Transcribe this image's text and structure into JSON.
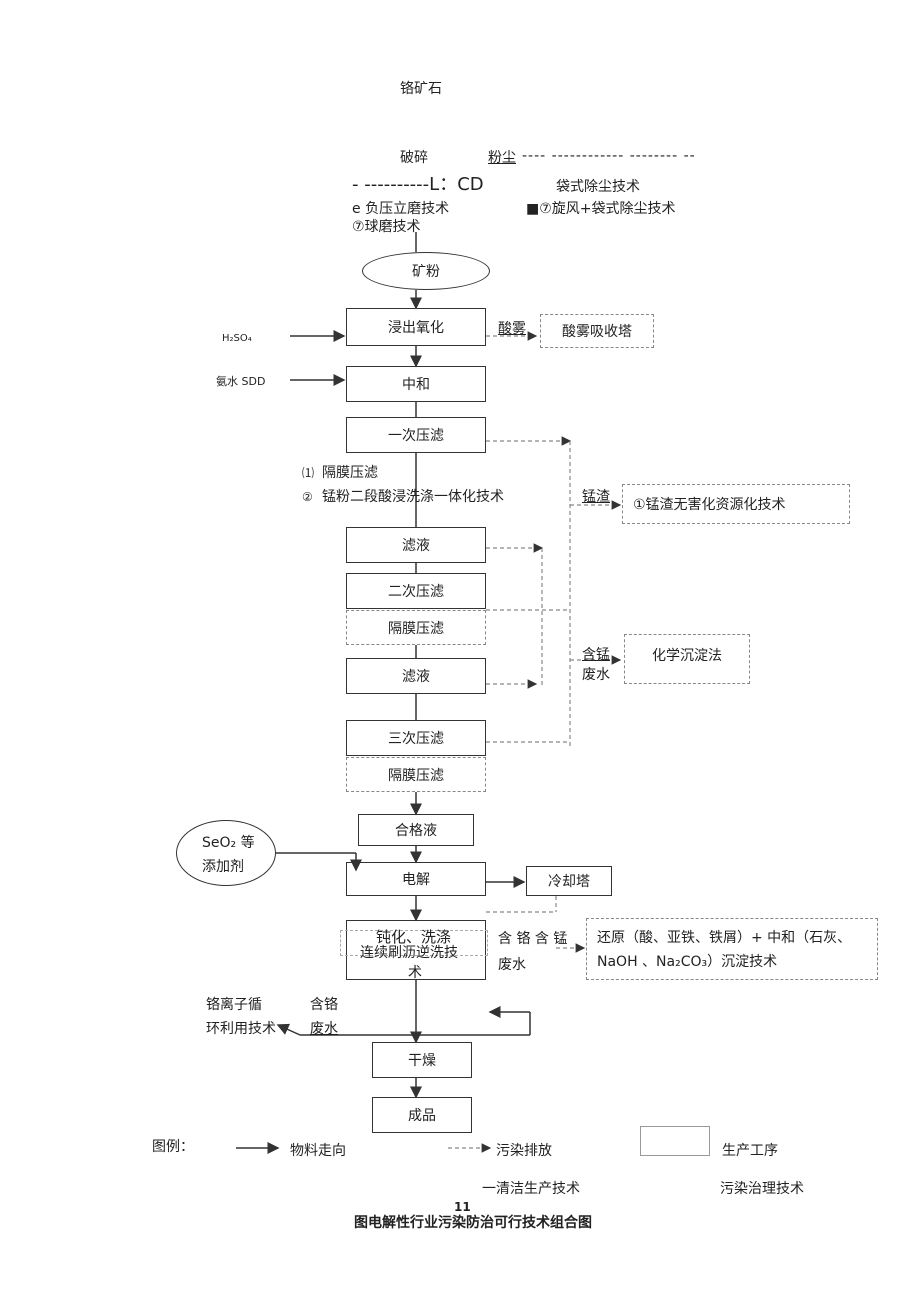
{
  "top": {
    "ore": "铬矿石",
    "crush": "破碎",
    "dust": "粉尘",
    "dust_dash1": "---- ------------ -------- --",
    "dust_dash2": "- ----------L：CD",
    "bag_filter": "袋式除尘技术",
    "mill1": "e 负压立磨技术",
    "mill2": "⑦球磨技术",
    "cyclone": "■⑦旋风+袋式除尘技术",
    "ore_powder": "矿粉"
  },
  "process": {
    "h2so4": "H₂SO₄",
    "ammonia": "氨水 SDD",
    "leach": "浸出氧化",
    "acid_mist": "酸雾",
    "acid_tower": "酸雾吸收塔",
    "neutralize": "中和",
    "press1": "一次压滤",
    "note1_icon": "⑴",
    "note1": "隔膜压滤",
    "note2_icon": "②",
    "note2": "锰粉二段酸浸洗涤一体化技术",
    "mn_slag": "锰渣",
    "mn_slag_tech": "①锰渣无害化资源化技术",
    "filtrate1": "滤液",
    "press2": "二次压滤",
    "membrane1": "隔膜压滤",
    "mn_water_1": "含锰",
    "mn_water_2": "废水",
    "chem_precip": "化学沉淀法",
    "filtrate2": "滤液",
    "press3": "三次压滤",
    "membrane2": "隔膜压滤",
    "additive_1": "SeO₂  等",
    "additive_2": "添加剂",
    "qualified": "合格液",
    "electrolysis": "电解",
    "cooling": "冷却塔",
    "passivate": "钝化、洗涤",
    "continuous": "连续刷沥逆洗技",
    "continuous2": "术",
    "cr_mn_water_1": "含 铬 含 锰",
    "cr_mn_water_2": "废水",
    "reduce_tech_1": "还原（酸、亚铁、铁屑）+ 中和（石灰、",
    "reduce_tech_2": "NaOH 、Na₂CO₃）沉淀技术",
    "cr_ion_1": "铬离子循",
    "cr_ion_2": "环利用技术",
    "cr_water_1": "含铬",
    "cr_water_2": "废水",
    "dry": "干燥",
    "product": "成品"
  },
  "legend": {
    "title": "图例：",
    "material": "物料走向",
    "pollution": "污染排放",
    "process": "生产工序",
    "clean_tech": "一清洁生产技术",
    "pollution_tech": "污染治理技术"
  },
  "footer": {
    "page": "11",
    "caption": "图电解性行业污染防治可行技术组合图"
  }
}
